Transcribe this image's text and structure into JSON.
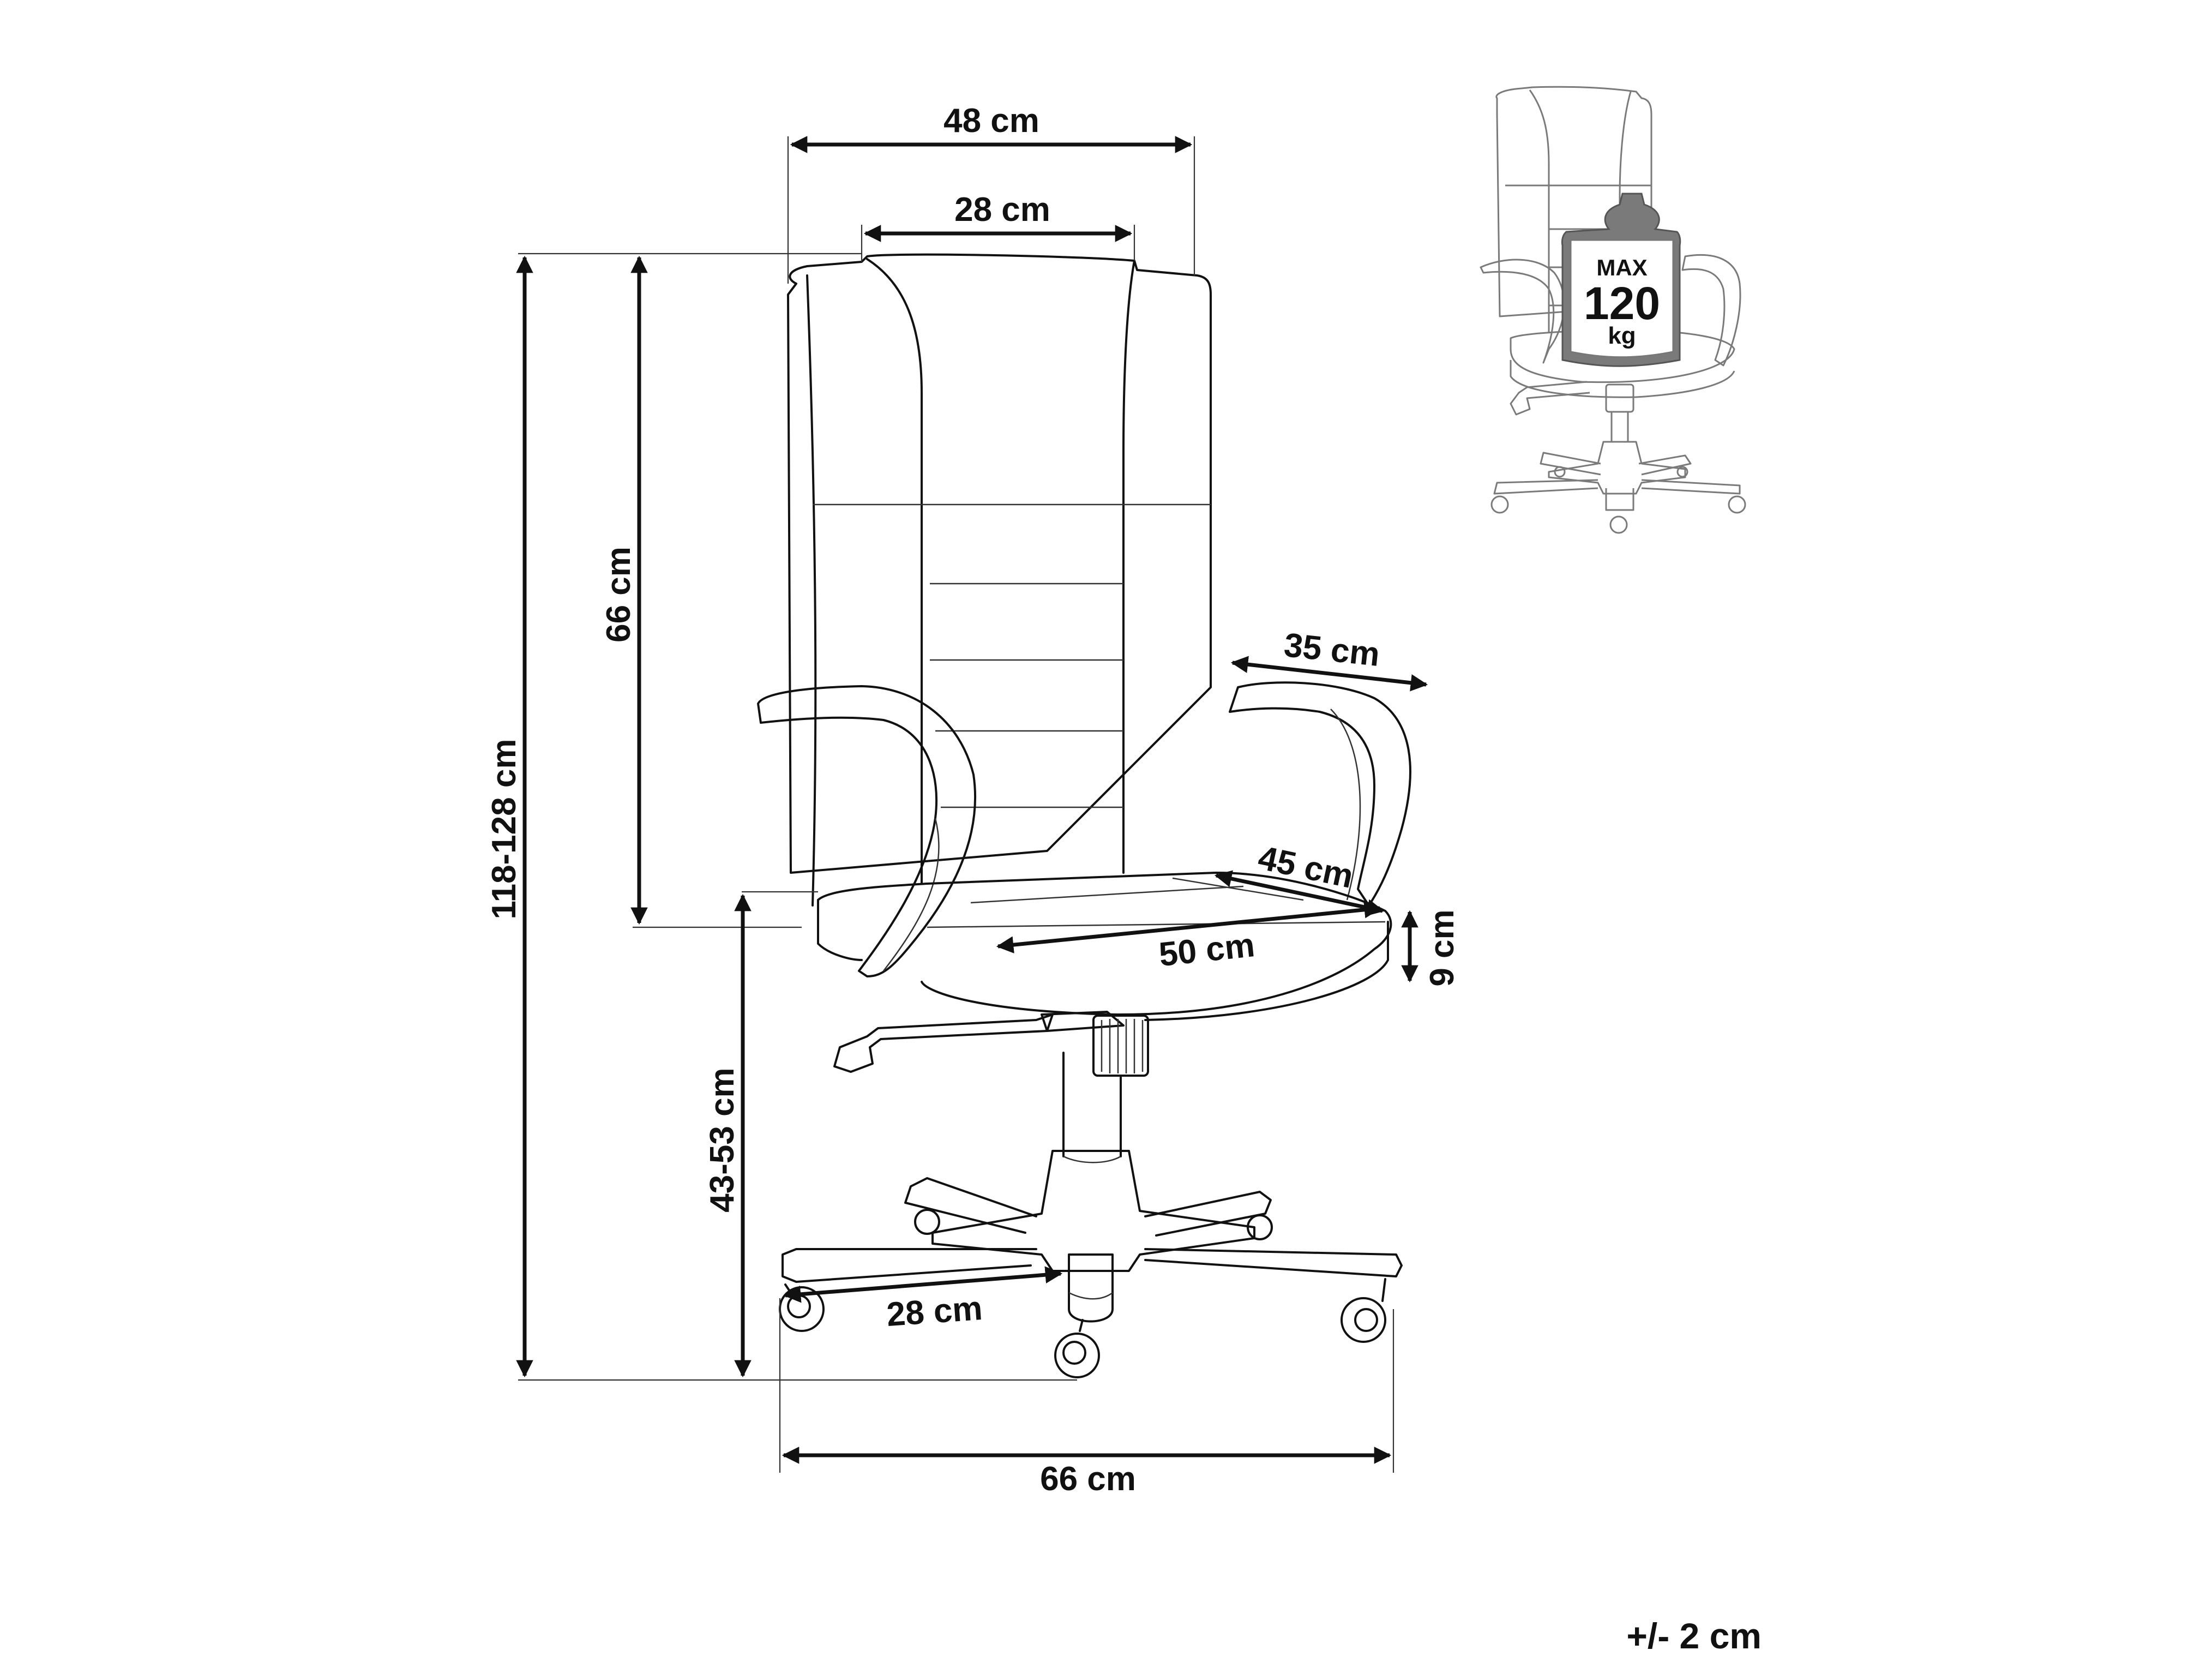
{
  "dimensions": {
    "overall_width": "48 cm",
    "backrest_width": "28 cm",
    "backrest_height": "66 cm",
    "total_height": "118-128 cm",
    "armrest_length": "35 cm",
    "seat_depth": "45 cm",
    "seat_width": "50 cm",
    "seat_thickness": "9 cm",
    "seat_height": "43-53 cm",
    "base_radius": "28 cm",
    "base_width": "66 cm"
  },
  "load_badge": {
    "label_top": "MAX",
    "value": "120",
    "unit": "kg"
  },
  "tolerance": "+/- 2 cm",
  "icons": {
    "main_drawing": "office-chair-icon",
    "thumbnail": "chair-max-load-icon",
    "weight": "weight-icon"
  }
}
